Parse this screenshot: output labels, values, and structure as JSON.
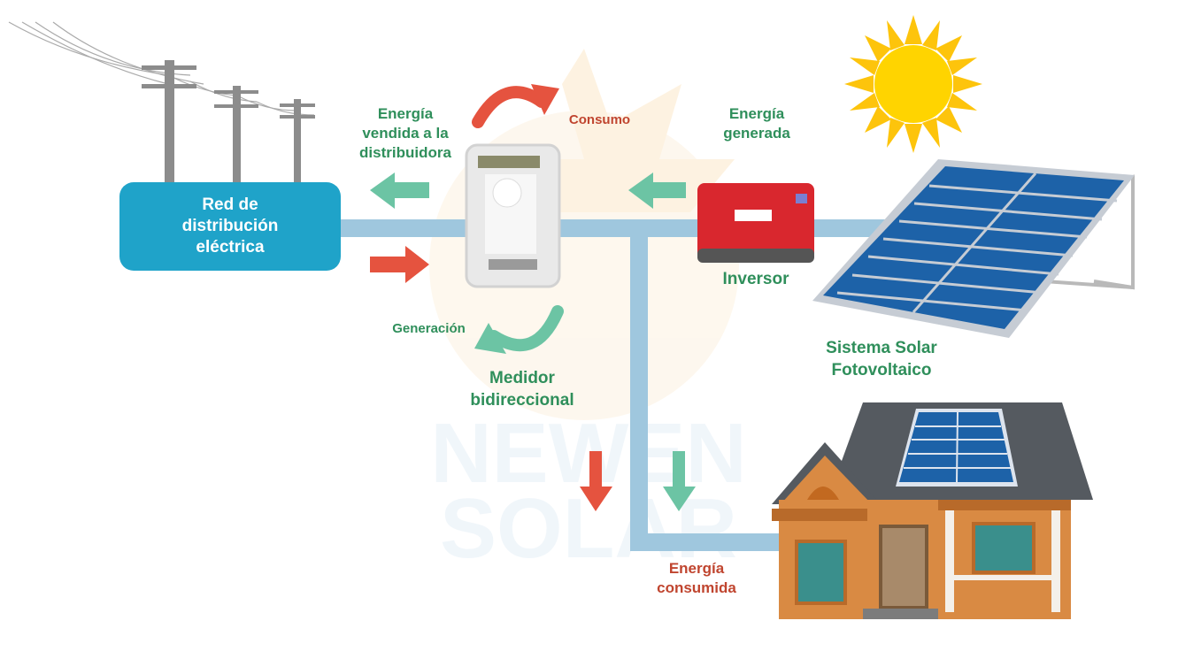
{
  "labels": {
    "grid": "Red de\ndistribución\neléctrica",
    "sold": "Energía\nvendida a la\ndistribuidora",
    "consumption": "Consumo",
    "generated": "Energía\ngenerada",
    "generation": "Generación",
    "meter": "Medidor\nbidireccional",
    "inverter": "Inversor",
    "pv_system": "Sistema Solar\nFotovoltaico",
    "consumed": "Energía\nconsumida"
  },
  "watermark": {
    "line1": "NEWEN",
    "line2": "SOLAR"
  },
  "colors": {
    "grid_box": "#1fa3c9",
    "pipe": "#9fc7de",
    "arrow_green": "#6cc4a4",
    "arrow_red": "#e5533f",
    "inverter": "#d9272e",
    "panel": "#1d62a8",
    "sun": "#fdc40c",
    "label_green": "#2f8f5b",
    "label_red": "#c0452f"
  }
}
